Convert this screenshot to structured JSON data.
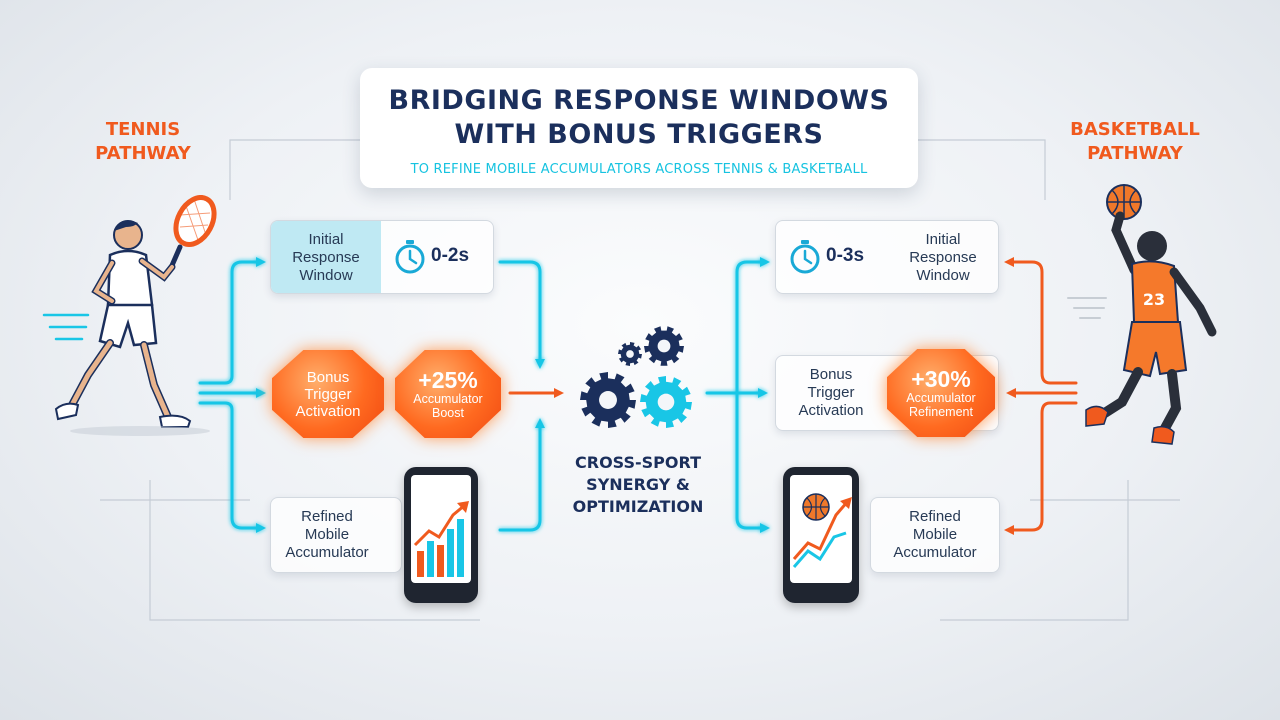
{
  "title": {
    "line1": "BRIDGING RESPONSE WINDOWS",
    "line2": "WITH BONUS TRIGGERS",
    "subtitle": "TO REFINE MOBILE ACCUMULATORS ACROSS TENNIS & BASKETBALL"
  },
  "tennis": {
    "pathway_line1": "TENNIS",
    "pathway_line2": "PATHWAY",
    "response_label": [
      "Initial",
      "Response",
      "Window"
    ],
    "response_time": "0-2s",
    "bonus_label": [
      "Bonus",
      "Trigger",
      "Activation"
    ],
    "boost_value": "+25%",
    "boost_label": [
      "Accumulator",
      "Boost"
    ],
    "refined_label": [
      "Refined",
      "Mobile",
      "Accumulator"
    ]
  },
  "basketball": {
    "pathway_line1": "BASKETBALL",
    "pathway_line2": "PATHWAY",
    "response_label": [
      "Initial",
      "Response",
      "Window"
    ],
    "response_time": "0-3s",
    "bonus_label": [
      "Bonus",
      "Trigger",
      "Activation"
    ],
    "boost_value": "+30%",
    "boost_label": [
      "Accumulator",
      "Refinement"
    ],
    "refined_label": [
      "Refined",
      "Mobile",
      "Accumulator"
    ],
    "jersey_number": "23"
  },
  "center": {
    "line1": "CROSS-SPORT",
    "line2": "SYNERGY &",
    "line3": "OPTIMIZATION"
  },
  "colors": {
    "accent_cyan": "#19c6e6",
    "accent_orange": "#f05a1e",
    "navy": "#1b2f5c"
  },
  "icons": [
    "tennis-player",
    "basketball-player",
    "stopwatch-icon",
    "gears-icon",
    "phone-chart-icon",
    "basketball-icon"
  ]
}
